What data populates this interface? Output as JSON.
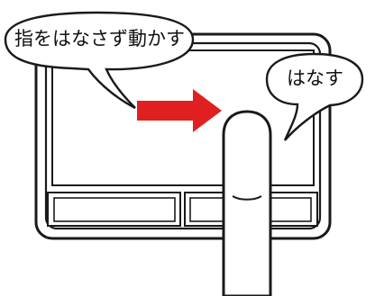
{
  "illustration": {
    "title": "",
    "bubble_move_text": "指をはなさず動かす",
    "bubble_release_text": "はなす",
    "colors": {
      "outline": "#1a1a1a",
      "fill": "#ffffff",
      "arrow": "#e02020"
    },
    "icons": [
      "touchpad",
      "finger",
      "right-arrow",
      "speech-bubble"
    ]
  }
}
